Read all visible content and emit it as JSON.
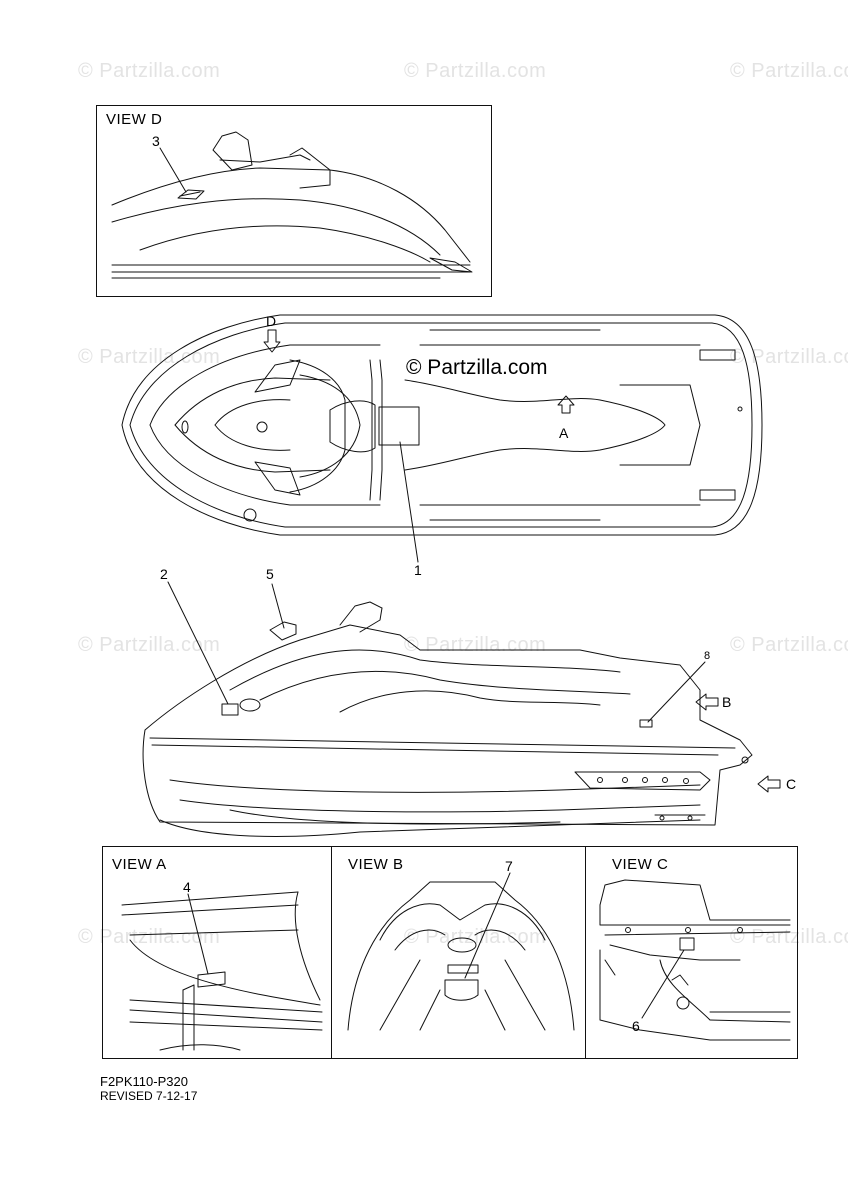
{
  "watermark": {
    "text": "© Partzilla.com",
    "main_text": "© Partzilla.com"
  },
  "views": {
    "view_d": "VIEW D",
    "view_a": "VIEW A",
    "view_b": "VIEW B",
    "view_c": "VIEW C"
  },
  "callouts": {
    "c1": "1",
    "c2": "2",
    "c3": "3",
    "c4": "4",
    "c5": "5",
    "c6": "6",
    "c7": "7",
    "c8": "8"
  },
  "arrow_labels": {
    "d": "D",
    "a": "A",
    "b": "B",
    "c": "C"
  },
  "footer": {
    "code": "F2PK110-P320",
    "revised": "REVISED 7-12-17"
  }
}
